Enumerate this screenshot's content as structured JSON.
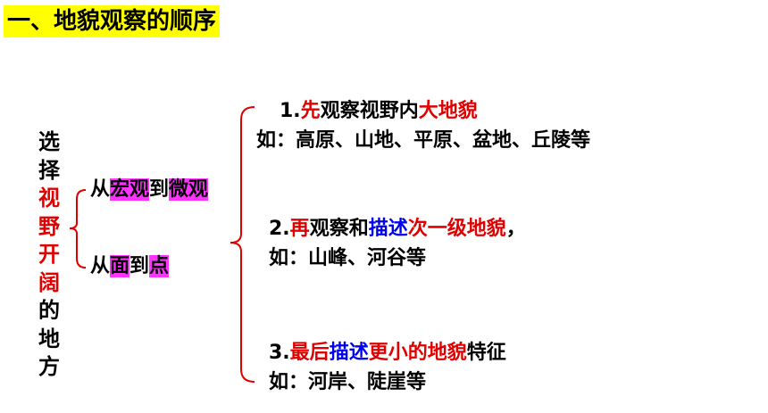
{
  "title": "一、地貌观察的顺序",
  "vertical": [
    "选",
    "择",
    "视",
    "野",
    "开",
    "阔",
    "的",
    "地",
    "方"
  ],
  "branch1": {
    "prefix": "从",
    "a": "宏观",
    "mid": "到",
    "b": "微观"
  },
  "branch2": {
    "prefix": "从",
    "a": "面",
    "mid": "到",
    "b": "点"
  },
  "step1": {
    "num": "1.",
    "w1": "先",
    "w2": "观察视野内",
    "w3": "大地貌",
    "example": "如：高原、山地、平原、盆地、丘陵等"
  },
  "step2": {
    "num": "2.",
    "w1": "再",
    "w2": "观察和",
    "w3": "描述",
    "w4": "次一级地貌",
    "w5": "，",
    "example": "如：山峰、河谷等"
  },
  "step3": {
    "num": "3.",
    "w1": "最后",
    "w2": "描述",
    "w3": "更小的地貌",
    "w4": "特征",
    "example": "如：河岸、陡崖等"
  },
  "colors": {
    "red": "#e00000",
    "blue": "#0000ee",
    "highlight": "#ff33ff",
    "title_bg": "#ffff00"
  }
}
